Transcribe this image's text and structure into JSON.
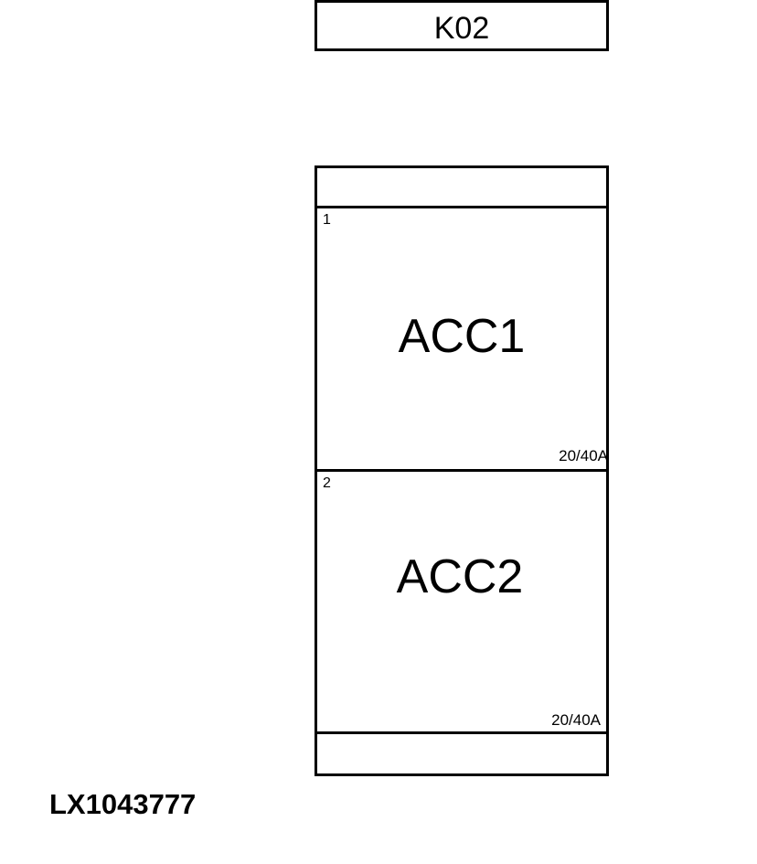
{
  "header_box": {
    "label": "K02"
  },
  "fuse_block": {
    "slots": [
      {
        "number": "1",
        "name": "ACC1",
        "rating": "20/40A"
      },
      {
        "number": "2",
        "name": "ACC2",
        "rating": "20/40A"
      }
    ]
  },
  "figure_id": "LX1043777",
  "colors": {
    "line": "#000000",
    "background": "#ffffff"
  }
}
